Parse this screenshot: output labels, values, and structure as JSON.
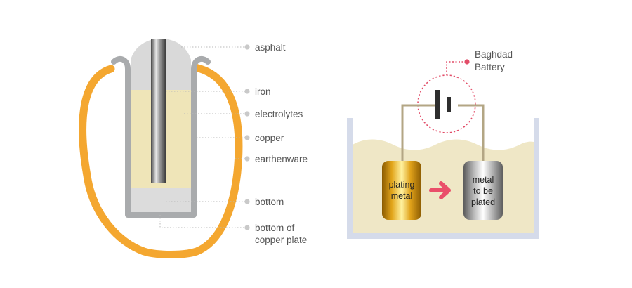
{
  "battery_labels": {
    "asphalt": "asphalt",
    "iron": "iron",
    "electrolytes": "electrolytes",
    "copper": "copper",
    "earthenware": "earthenware",
    "bottom": "bottom",
    "bottom_copper_line1": "bottom of",
    "bottom_copper_line2": "copper plate"
  },
  "plating_setup": {
    "battery_label_line1": "Baghdad",
    "battery_label_line2": "Battery",
    "left_electrode_line1": "plating",
    "left_electrode_line2": "metal",
    "right_electrode_line1": "metal",
    "right_electrode_line2": "to be",
    "right_electrode_line3": "plated"
  },
  "colors": {
    "jar": "#f4a730",
    "copper_wall": "#a9abad",
    "electrolyte": "#efe5b8",
    "asphalt": "#d9d9d9",
    "tank": "#d5dbea",
    "solution": "#efe7c6",
    "wire": "#b3a684",
    "arrow": "#ea4f6a",
    "dashed_circle": "#e24d68"
  }
}
